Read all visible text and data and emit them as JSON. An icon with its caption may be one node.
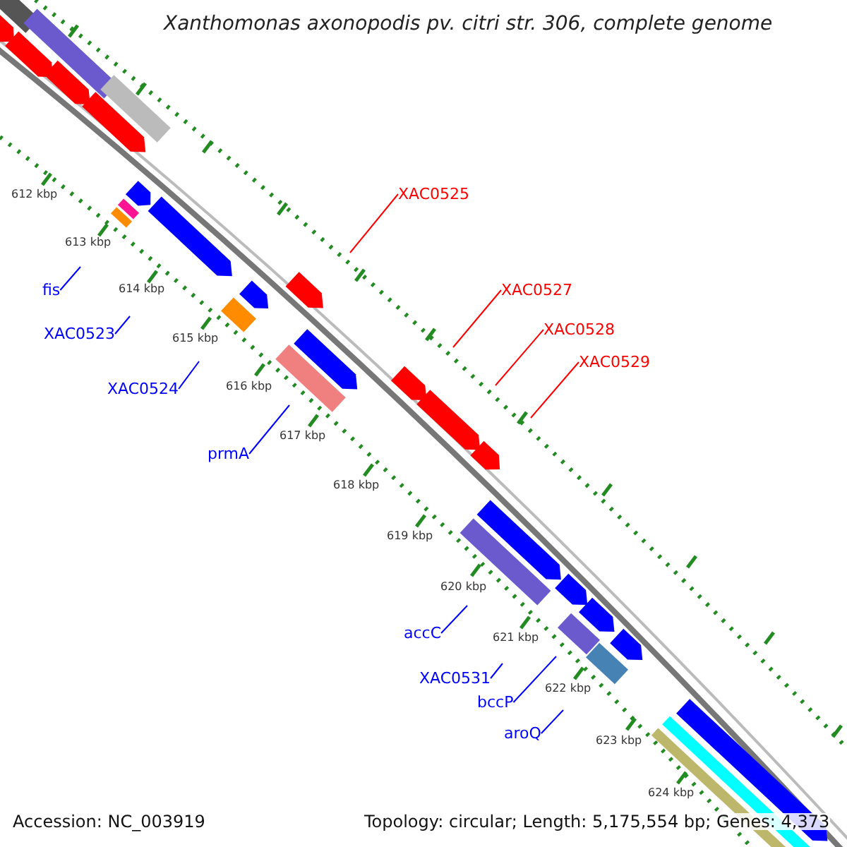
{
  "diagram": {
    "title": "Xanthomonas axonopodis pv. citri str. 306, complete genome",
    "nodes": [
      {
        "text": [
          "XAC0525"
        ]
      },
      {
        "text": [
          "fis"
        ]
      },
      {
        "text": [
          "XAC0527"
        ]
      },
      {
        "text": [
          "XAC0528"
        ]
      },
      {
        "text": [
          "XAC0523"
        ]
      },
      {
        "text": [
          "XAC0529"
        ]
      },
      {
        "text": [
          "XAC0524"
        ]
      },
      {
        "text": [
          "prmA"
        ]
      },
      {
        "text": [
          "accC"
        ]
      },
      {
        "text": [
          "XAC0531"
        ]
      },
      {
        "text": [
          "bccP"
        ]
      },
      {
        "text": [
          "aroQ"
        ]
      }
    ],
    "edges": [
      {
        "from": 0,
        "to": null,
        "arrow": "none",
        "color": "#ff0000"
      },
      {
        "from": 1,
        "to": null,
        "arrow": "none"
      },
      {
        "from": 2,
        "to": null,
        "arrow": "none",
        "color": "#ff0000"
      },
      {
        "from": 3,
        "to": null,
        "arrow": "none",
        "color": "#ff0000"
      },
      {
        "from": 4,
        "to": null,
        "arrow": "none"
      },
      {
        "from": 5,
        "to": null,
        "arrow": "none",
        "color": "#ff0000"
      },
      {
        "from": 6,
        "to": null,
        "arrow": "none"
      },
      {
        "from": 7,
        "to": null,
        "arrow": "none"
      },
      {
        "from": 8,
        "to": null,
        "arrow": "none"
      },
      {
        "from": 9,
        "to": null,
        "arrow": "none"
      },
      {
        "from": 10,
        "to": null,
        "arrow": "none"
      },
      {
        "from": 11,
        "to": null,
        "arrow": "none"
      }
    ],
    "labels": [
      "612 kbp",
      "613 kbp",
      "614 kbp",
      "615 kbp",
      "616 kbp",
      "617 kbp",
      "618 kbp",
      "619 kbp",
      "620 kbp",
      "621 kbp",
      "622 kbp",
      "623 kbp",
      "624 kbp",
      "Accession: NC_003919",
      "Topology: circular; Length: 5,175,554 bp; Genes: 4,373"
    ]
  }
}
